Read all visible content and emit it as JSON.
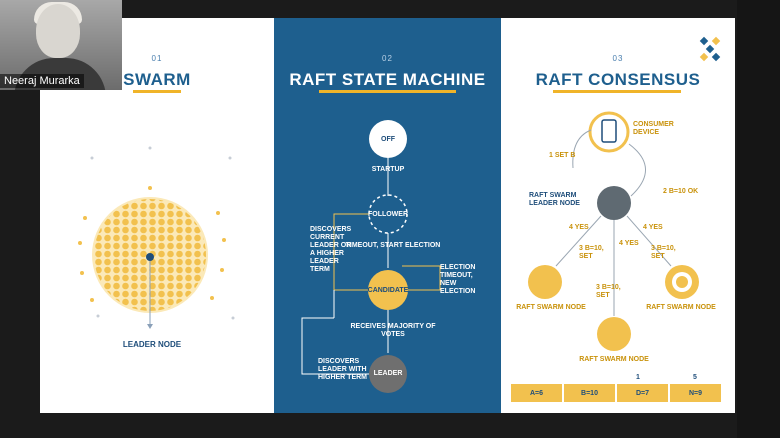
{
  "participant": {
    "name": "Neeraj Murarka"
  },
  "panels": [
    {
      "number": "01",
      "title": "SWARM"
    },
    {
      "number": "02",
      "title": "RAFT STATE MACHINE"
    },
    {
      "number": "03",
      "title": "RAFT CONSENSUS"
    }
  ],
  "swarm": {
    "leader_label": "LEADER NODE"
  },
  "state_machine": {
    "off": "OFF",
    "startup": "STARTUP",
    "follower": "FOLLOWER",
    "timeout_start": "TIMEOUT, START ELECTION",
    "discovers_current": "DISCOVERS CURRENT LEADER OR A HIGHER LEADER TERM",
    "candidate": "CANDIDATE",
    "election_timeout": "ELECTION TIMEOUT, NEW ELECTION",
    "receives_majority": "RECEIVES MAJORITY OF VOTES",
    "leader": "LEADER",
    "discovers_leader": "DISCOVERS LEADER WITH HIGHER TERM"
  },
  "consensus": {
    "consumer_device": "CONSUMER DEVICE",
    "leader_node": "RAFT SWARM LEADER NODE",
    "step_1": "1 SET B",
    "step_2": "2 B=10 OK",
    "yes_left": "4 YES",
    "yes_mid": "4 YES",
    "yes_right": "4 YES",
    "b10_left": "3 B=10, SET",
    "b10_mid": "3 B=10, SET",
    "b10_right": "3 B=10, SET",
    "node_left": "RAFT SWARM NODE",
    "node_right": "RAFT SWARM NODE",
    "node_bottom": "RAFT SWARM NODE",
    "log_markers": [
      "1",
      "5"
    ],
    "log": [
      "A=6",
      "B=10",
      "D=7",
      "N=9"
    ]
  },
  "colors": {
    "blue": "#1e5f8e",
    "yellow": "#f2c14e",
    "gold": "#e8b23a"
  }
}
